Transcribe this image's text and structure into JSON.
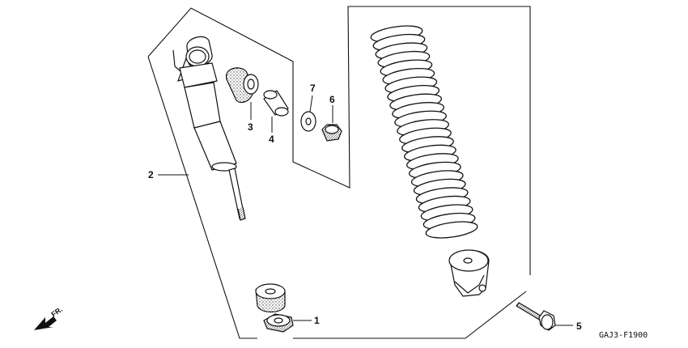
{
  "diagram": {
    "callouts": {
      "c1": "1",
      "c2": "2",
      "c3": "3",
      "c4": "4",
      "c5": "5",
      "c6": "6",
      "c7": "7"
    },
    "direction_label": "FR.",
    "figure_code": "GAJ3-F1900"
  }
}
